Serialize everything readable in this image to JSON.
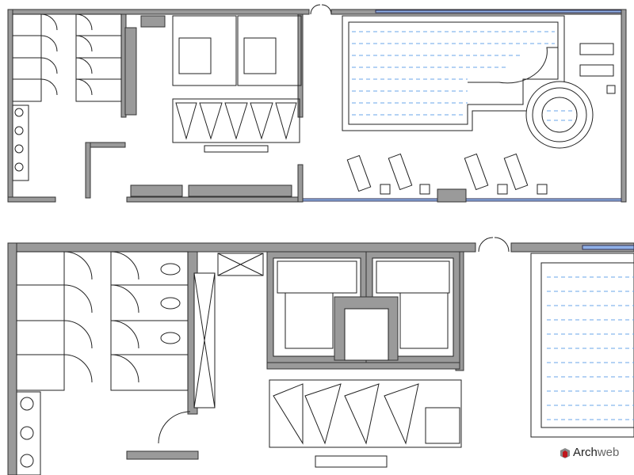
{
  "watermark": {
    "brand": "Archweb",
    "brand_part1": "Arch",
    "brand_part2": "web"
  },
  "colors": {
    "wall": "#9a9a9a",
    "water": "#6aa6e8",
    "glazing": "#8fb0e8",
    "logo_red": "#c0161c"
  }
}
